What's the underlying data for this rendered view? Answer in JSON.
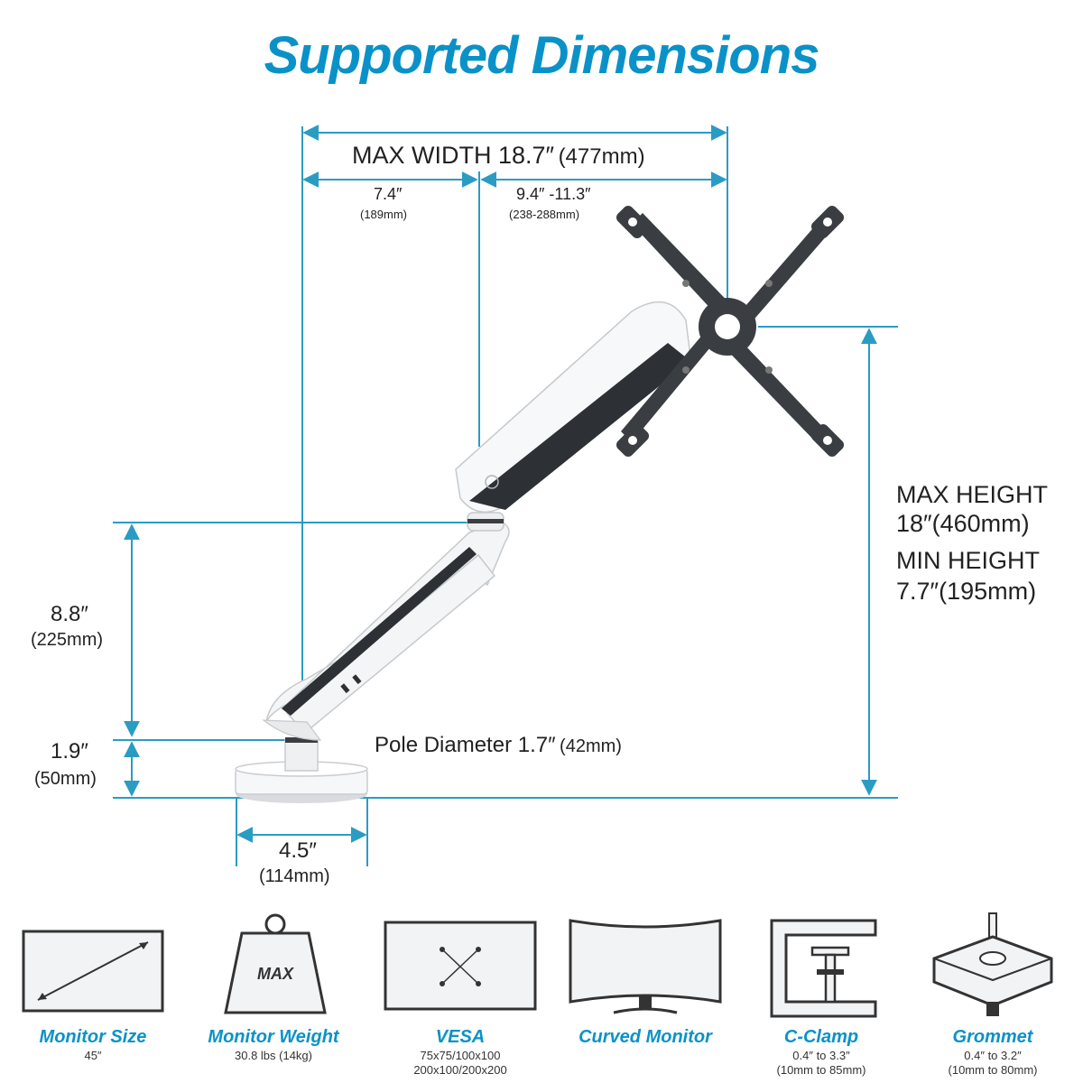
{
  "title": "Supported Dimensions",
  "dimensions": {
    "max_width": "MAX WIDTH 18.7″",
    "max_width_mm": "(477mm)",
    "seg1": "7.4″",
    "seg1_mm": "(189mm)",
    "seg2": "9.4″ -11.3″",
    "seg2_mm": "(238-288mm)",
    "max_height": "MAX HEIGHT",
    "max_height_val": "18″(460mm)",
    "min_height": "MIN HEIGHT",
    "min_height_val": "7.7″(195mm)",
    "arm_height": "8.8″",
    "arm_height_mm": "(225mm)",
    "base_height": "1.9″",
    "base_height_mm": "(50mm)",
    "pole": "Pole Diameter 1.7″",
    "pole_mm": "(42mm)",
    "base_width": "4.5″",
    "base_width_mm": "(114mm)"
  },
  "colors": {
    "accent": "#0a92c8",
    "dimension_line": "#2a9cc4",
    "arm_body": "#f4f5f6",
    "plate": "#3a3d42"
  },
  "features": [
    {
      "icon": "monitor-size-icon",
      "name": "Monitor Size",
      "value_lines": [
        "45″"
      ]
    },
    {
      "icon": "weight-icon",
      "name": "Monitor Weight",
      "value_lines": [
        "30.8 lbs (14kg)"
      ],
      "icon_text": "MAX"
    },
    {
      "icon": "vesa-icon",
      "name": "VESA",
      "value_lines": [
        "75x75/100x100",
        "200x100/200x200"
      ]
    },
    {
      "icon": "curved-monitor-icon",
      "name": "Curved Monitor",
      "value_lines": []
    },
    {
      "icon": "c-clamp-icon",
      "name": "C-Clamp",
      "value_lines": [
        "0.4″ to 3.3″",
        "(10mm to 85mm)"
      ]
    },
    {
      "icon": "grommet-icon",
      "name": "Grommet",
      "value_lines": [
        "0.4″ to 3.2″",
        "(10mm to 80mm)"
      ]
    }
  ]
}
